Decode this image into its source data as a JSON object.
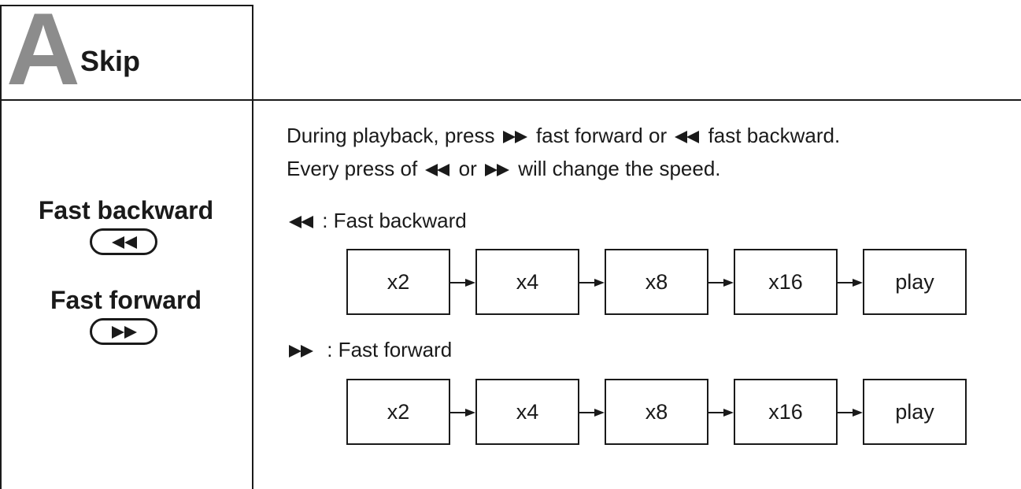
{
  "header": {
    "letter": "A",
    "title": "Skip"
  },
  "left": {
    "fast_backward_label": "Fast backward",
    "fast_forward_label": "Fast forward",
    "backward_button_icon": "rewind-icon",
    "forward_button_icon": "fast-forward-icon"
  },
  "description": {
    "line1_part1": "During playback, press",
    "line1_part2": "fast forward or",
    "line1_part3": "fast backward.",
    "line2_part1": "Every press of",
    "line2_part2": "or",
    "line2_part3": "will change the speed."
  },
  "backward": {
    "label": ": Fast backward",
    "steps": [
      "x2",
      "x4",
      "x8",
      "x16",
      "play"
    ]
  },
  "forward": {
    "label": ": Fast forward",
    "steps": [
      "x2",
      "x4",
      "x8",
      "x16",
      "play"
    ]
  },
  "colors": {
    "ink": "#1a1a1a",
    "letter_gray": "#8c8c8c"
  }
}
